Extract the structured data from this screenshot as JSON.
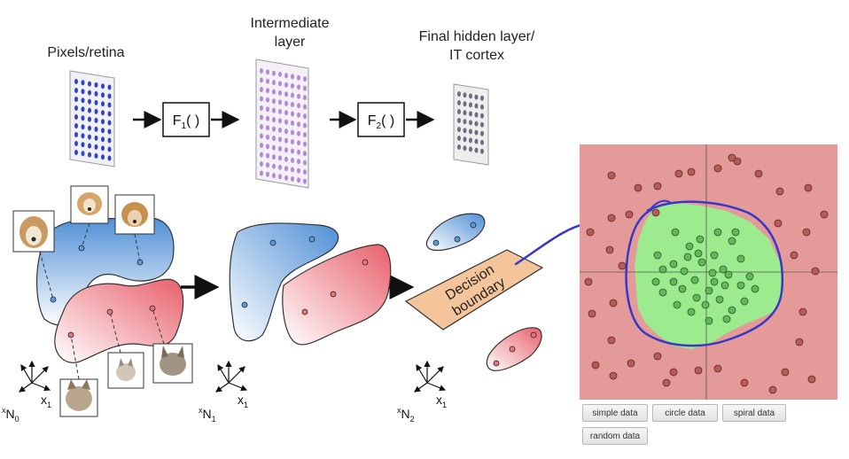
{
  "stages": {
    "pixels_label": "Pixels/retina",
    "intermediate_label_line1": "Intermediate",
    "intermediate_label_line2": "layer",
    "final_label_line1": "Final hidden layer/",
    "final_label_line2": "IT cortex"
  },
  "functions": {
    "f1_main": "F",
    "f1_sub": "1",
    "f1_paren": "( )",
    "f2_main": "F",
    "f2_sub": "2",
    "f2_paren": "( )"
  },
  "decision": {
    "line1": "Decision",
    "line2": "boundary"
  },
  "axes": {
    "x_main": "x",
    "x_sub": "1",
    "n_prefix": "x",
    "n_main": "N",
    "n0_sub": "0",
    "n1_sub": "1",
    "n2_sub": "2"
  },
  "buttons": {
    "simple": "simple data",
    "circle": "circle data",
    "spiral": "spiral data",
    "random": "random data"
  },
  "colors": {
    "blue_manifold": "#5b9bd8",
    "red_manifold": "#e8737b",
    "decision_fill": "#f4c49a",
    "plot_red": "#e49a98",
    "plot_green": "#9ceb8e",
    "annotation_blue": "#3838c8"
  }
}
